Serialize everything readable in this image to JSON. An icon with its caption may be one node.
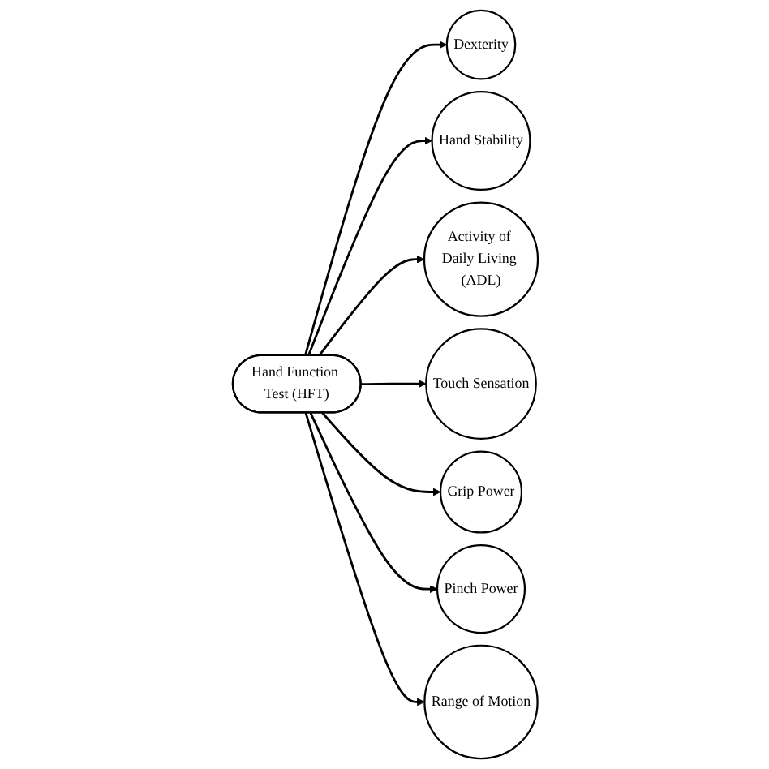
{
  "diagram": {
    "nodes": [
      {
        "text": [
          "Dexterity"
        ]
      },
      {
        "text": [
          "Range of Motion"
        ]
      },
      {
        "text": [
          "Hand Stability"
        ]
      },
      {
        "text": [
          "Hand Function Test (HFT)"
        ]
      },
      {
        "text": [
          "Pinch Power"
        ]
      },
      {
        "text": [
          "Activity of Daily Living (ADL)"
        ]
      },
      {
        "text": [
          "Grip Power"
        ]
      },
      {
        "text": [
          "Touch Sensation"
        ]
      }
    ],
    "edges": [
      {
        "from": 3,
        "to": 0,
        "arrow": "to"
      },
      {
        "from": 3,
        "to": 2,
        "arrow": "to"
      },
      {
        "from": 3,
        "to": 5,
        "arrow": "to"
      },
      {
        "from": 3,
        "to": 7,
        "arrow": "to"
      },
      {
        "from": 3,
        "to": 6,
        "arrow": "to"
      },
      {
        "from": 3,
        "to": 4,
        "arrow": "to"
      },
      {
        "from": 3,
        "to": 1,
        "arrow": "to"
      }
    ]
  }
}
